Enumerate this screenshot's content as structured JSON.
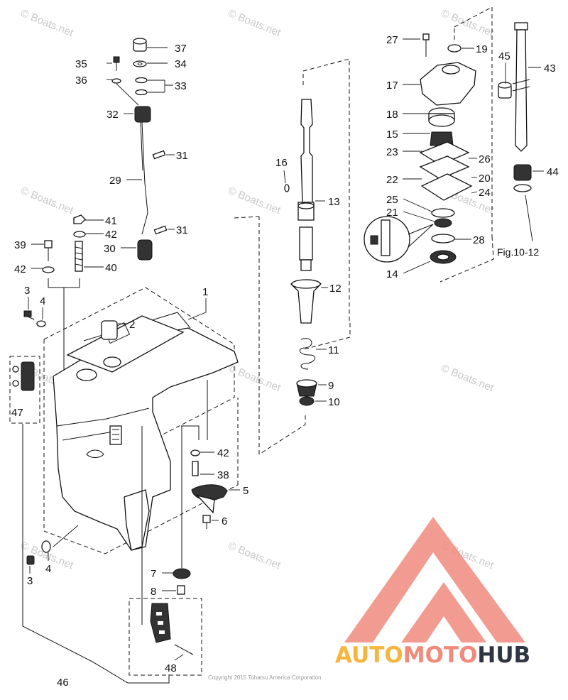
{
  "watermark": "© Boats.net",
  "copyright": "Copyright 2015 Tohatsu America Corporation",
  "figure_ref": "Fig.10-12",
  "brand": {
    "part1": "AUTO",
    "part2": "MOTO",
    "part3": "HUB",
    "color1": "#f5b63d",
    "color2": "#f08a7c",
    "color3": "#2f3542"
  },
  "callouts": [
    "37",
    "34",
    "35",
    "36",
    "33",
    "32",
    "31",
    "29",
    "31",
    "30",
    "41",
    "42",
    "39",
    "40",
    "42",
    "3",
    "4",
    "2",
    "1",
    "47",
    "3",
    "4",
    "46",
    "48",
    "8",
    "7",
    "6",
    "5",
    "38",
    "42",
    "16",
    "13",
    "12",
    "11",
    "9",
    "10",
    "27",
    "19",
    "17",
    "18",
    "15",
    "23",
    "26",
    "22",
    "20",
    "24",
    "25",
    "21",
    "28",
    "14",
    "45",
    "43",
    "44"
  ]
}
